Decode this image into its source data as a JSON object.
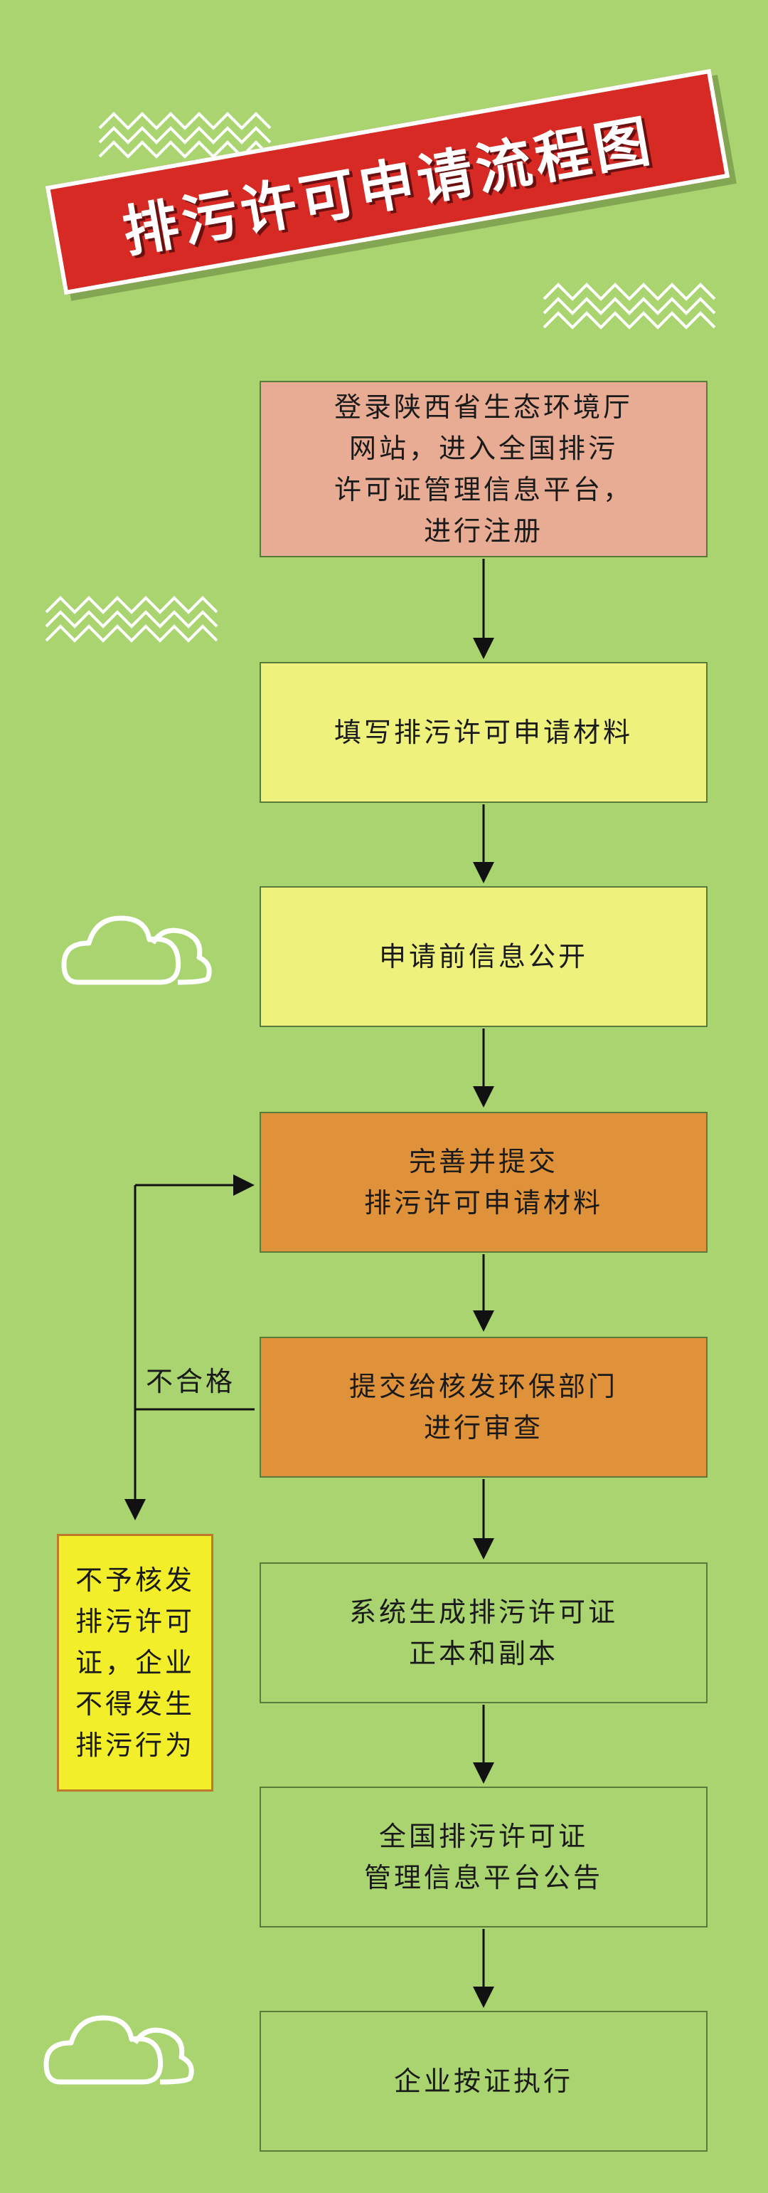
{
  "title": "排污许可申请流程图",
  "steps": [
    {
      "lines": [
        "登录陕西省生态环境厅",
        "网站，进入全国排污",
        "许可证管理信息平台，",
        "进行注册"
      ],
      "color": "#e8ab93"
    },
    {
      "lines": [
        "填写排污许可申请材料"
      ],
      "color": "#eef27d"
    },
    {
      "lines": [
        "申请前信息公开"
      ],
      "color": "#eef27d"
    },
    {
      "lines": [
        "完善并提交",
        "排污许可申请材料"
      ],
      "color": "#df923a"
    },
    {
      "lines": [
        "提交给核发环保部门",
        "进行审查"
      ],
      "color": "#df923a"
    },
    {
      "lines": [
        "系统生成排污许可证",
        "正本和副本"
      ],
      "color": "#a9d46f"
    },
    {
      "lines": [
        "全国排污许可证",
        "管理信息平台公告"
      ],
      "color": "#a9d46f"
    },
    {
      "lines": [
        "企业按证执行"
      ],
      "color": "#a9d46f"
    }
  ],
  "reject_label": "不合格",
  "rejection_box": {
    "lines": [
      "不予核发",
      "排污许可",
      "证，企业",
      "不得发生",
      "排污行为"
    ],
    "color": "#f2ee2a"
  }
}
